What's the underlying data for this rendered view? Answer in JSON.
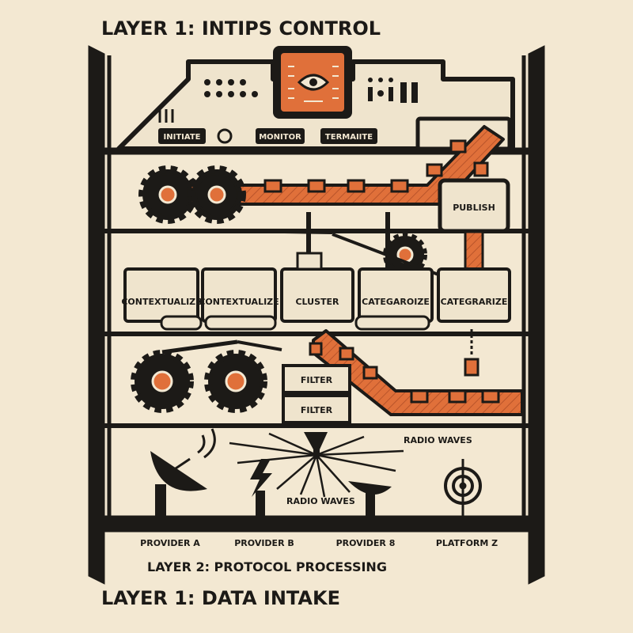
{
  "headings": {
    "top": "LAYER 1: INTIPS CONTROL",
    "protocol": "LAYER 2: PROTOCOL PROCESSING",
    "bottom": "LAYER 1: DATA INTAKE"
  },
  "control_panel": {
    "buttons": [
      "INITIATE",
      "MONITOR",
      "TERMAIITE"
    ]
  },
  "stations": {
    "publish": "PUBLISH",
    "processing": [
      "CONTEXTUALIZE",
      "CONTEXTUALIZE",
      "CLUSTER",
      "CATEGAROIZE",
      "CATEGRARIZE"
    ],
    "filters": [
      "FILTER",
      "FILTER"
    ]
  },
  "intake": {
    "signal_top": "RADIO WAVES",
    "signal_bottom": "RADIO WAVES",
    "sources": [
      "PROVIDER A",
      "PROVIDER B",
      "PROVIDER 8",
      "PLATFORM Z"
    ]
  },
  "colors": {
    "ink": "#1c1a17",
    "accent": "#e0703a",
    "paper": "#f3e8d2",
    "panel": "#efe4cd"
  }
}
